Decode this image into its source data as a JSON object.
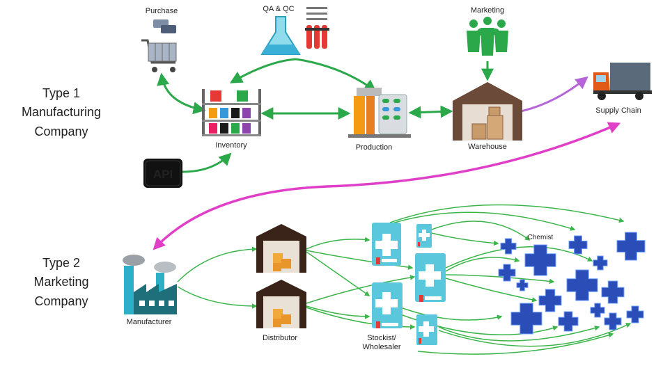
{
  "type1": {
    "tag": "Type 1",
    "line1": "Manufacturing",
    "line2": "Company"
  },
  "type2": {
    "tag": "Type 2",
    "line1": "Marketing",
    "line2": "Company"
  },
  "labels": {
    "purchase": "Purchase",
    "qa_qc": "QA & QC",
    "marketing": "Marketing",
    "inventory": "Inventory",
    "production": "Production",
    "warehouse": "Warehouse",
    "supply_chain": "Supply Chain",
    "api": "API",
    "manufacturer": "Manufacturer",
    "distributor": "Distributor",
    "stockist_line1": "Stockist/",
    "stockist_line2": "Wholesaler",
    "chemist": "Chemist"
  },
  "colors": {
    "type_tag": "#c0392b",
    "flow_arrow": "#2aa84a",
    "link_arrow": "#e040c8",
    "supply_arrow": "#b565d8",
    "network_line": "#3bb54a",
    "cross_dark": "#2a4db8",
    "cross_light": "#5bc7dc"
  },
  "icons": {
    "purchase": "shopping-cart-icon",
    "qa_qc": "lab-flask-icon",
    "marketing": "people-group-icon",
    "inventory": "shelf-icon",
    "production": "factory-machine-icon",
    "warehouse": "warehouse-icon",
    "supply_chain": "truck-icon",
    "api": "api-chip-icon",
    "manufacturer": "factory-icon",
    "distributor": "warehouse-door-icon",
    "stockist": "pharmacy-card-icon",
    "chemist": "medical-cross-icon"
  }
}
